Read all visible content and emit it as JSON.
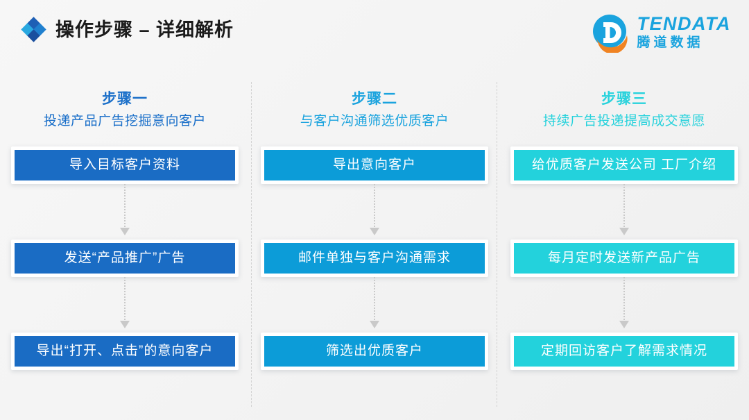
{
  "header": {
    "title": "操作步骤 – 详细解析",
    "bullet_icon": "diamond-cluster-icon",
    "logo": {
      "mark_icon": "tendata-circle-d-icon",
      "name_en": "TENDATA",
      "name_cn": "腾道数据",
      "brand_color": "#1aa3de",
      "accent_color": "#f08322"
    }
  },
  "colors": {
    "column1": "#1a6cc4",
    "column2": "#0c9cd8",
    "column3": "#23d2dc",
    "background": "#f4f4f4",
    "arrow": "#c9c9c9",
    "divider": "#d2d2d2"
  },
  "columns": [
    {
      "title": "步骤一",
      "subtitle": "投递产品广告挖掘意向客户",
      "color": "#1a6cc4",
      "steps": [
        "导入目标客户资料",
        "发送“产品推广”广告",
        "导出“打开、点击”的意向客户"
      ]
    },
    {
      "title": "步骤二",
      "subtitle": "与客户沟通筛选优质客户",
      "color": "#0c9cd8",
      "steps": [
        "导出意向客户",
        "邮件单独与客户沟通需求",
        "筛选出优质客户"
      ]
    },
    {
      "title": "步骤三",
      "subtitle": "持续广告投递提高成交意愿",
      "color": "#23d2dc",
      "steps": [
        "给优质客户发送公司 工厂介绍",
        "每月定时发送新产品广告",
        "定期回访客户了解需求情况"
      ]
    }
  ]
}
